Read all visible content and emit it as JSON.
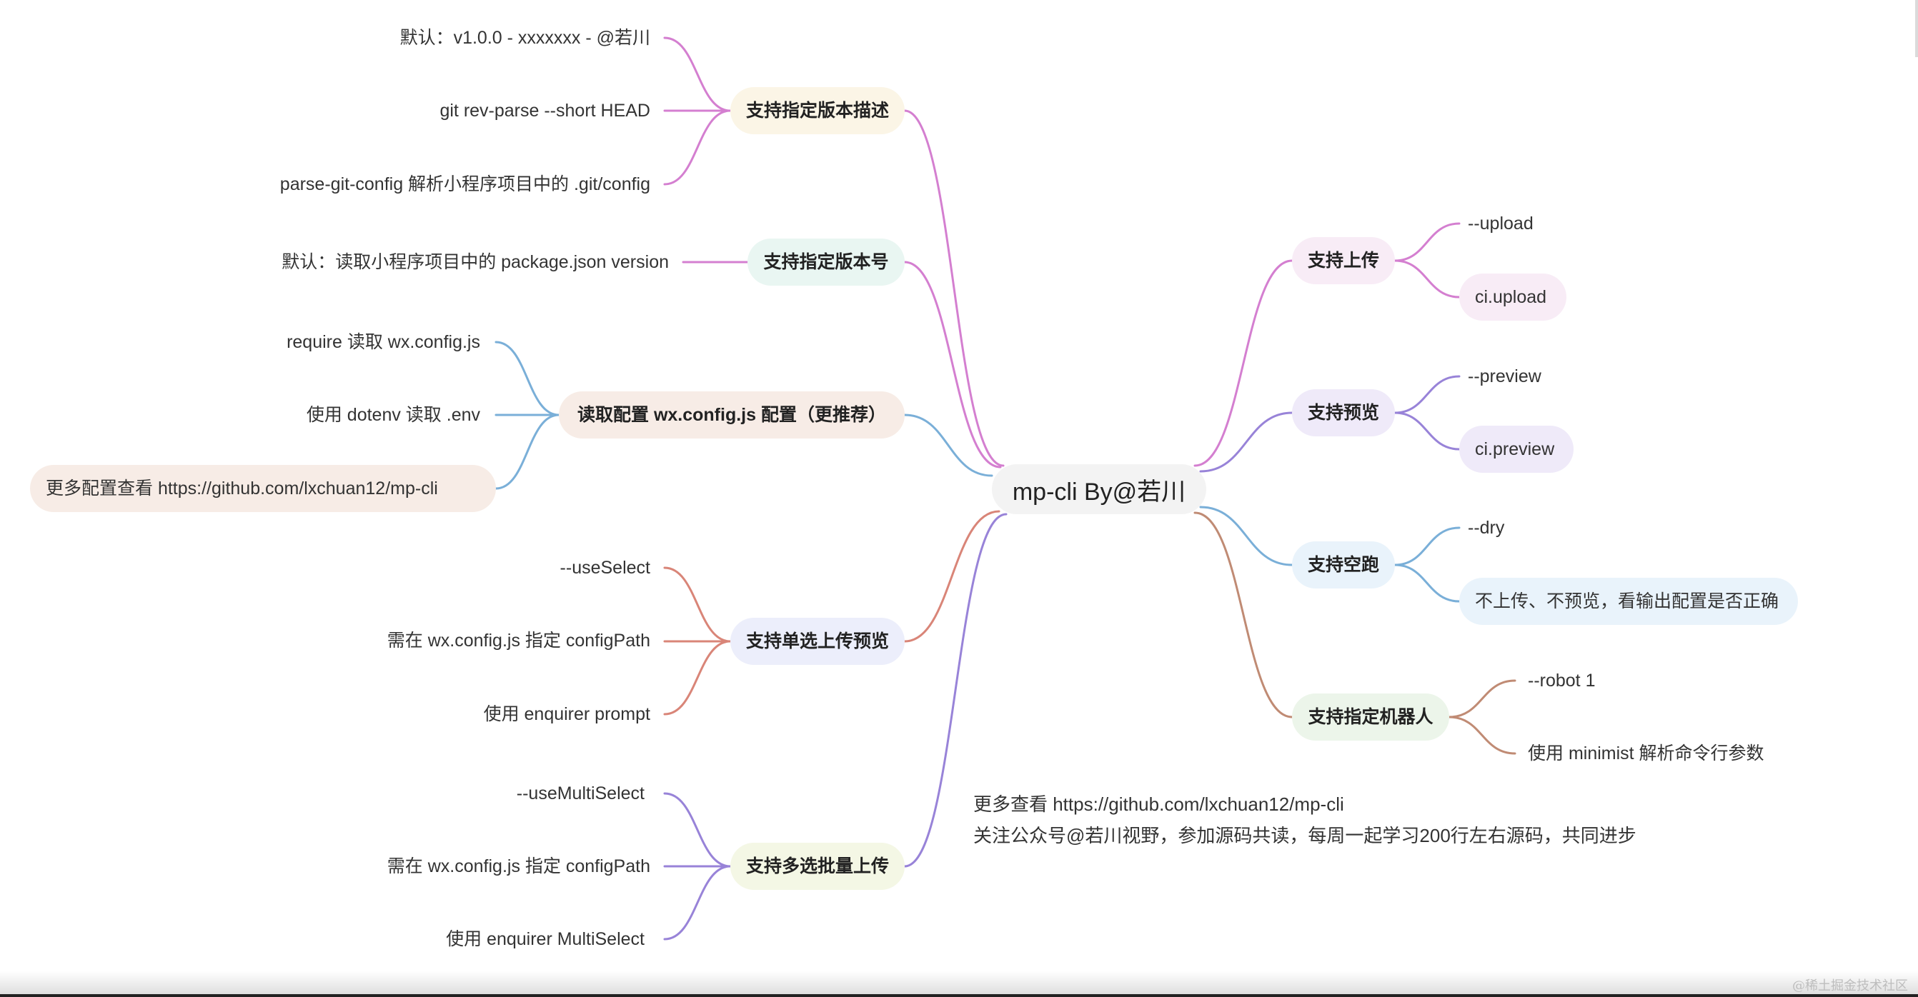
{
  "root": "mp-cli By@若川",
  "colors": {
    "pink": "#d47fd0",
    "teal_pink": "#d47fd0",
    "blue": "#7aafd8",
    "red": "#d98578",
    "purple": "#9883d8",
    "brown": "#c08b74",
    "pill_version_desc": "#fbf5e6",
    "pill_version_no": "#e9f6f2",
    "pill_config": "#f7ece6",
    "pill_single": "#eceefb",
    "pill_multi": "#f4f7e5",
    "pill_upload": "#f8ecf6",
    "pill_preview": "#efeaf9",
    "pill_dry": "#e9f3fb",
    "pill_robot": "#ecf5ea"
  },
  "left": {
    "version_desc": {
      "label": "支持指定版本描述",
      "children": [
        "默认：v1.0.0 - xxxxxxx - @若川",
        "git rev-parse --short HEAD",
        "parse-git-config 解析小程序项目中的 .git/config"
      ]
    },
    "version_no": {
      "label": "支持指定版本号",
      "children": [
        "默认：读取小程序项目中的 package.json version"
      ]
    },
    "config": {
      "label": "读取配置 wx.config.js 配置（更推荐）",
      "children": [
        "require 读取 wx.config.js",
        "使用 dotenv 读取 .env",
        "更多配置查看 https://github.com/lxchuan12/mp-cli"
      ]
    },
    "single": {
      "label": "支持单选上传预览",
      "children": [
        "--useSelect",
        "需在 wx.config.js 指定 configPath",
        "使用 enquirer prompt"
      ]
    },
    "multi": {
      "label": "支持多选批量上传",
      "children": [
        "--useMultiSelect",
        "需在 wx.config.js 指定 configPath",
        "使用 enquirer MultiSelect"
      ]
    }
  },
  "right": {
    "upload": {
      "label": "支持上传",
      "children": [
        "--upload",
        "ci.upload"
      ]
    },
    "preview": {
      "label": "支持预览",
      "children": [
        "--preview",
        "ci.preview"
      ]
    },
    "dry": {
      "label": "支持空跑",
      "children": [
        "--dry",
        "不上传、不预览，看输出配置是否正确"
      ]
    },
    "robot": {
      "label": "支持指定机器人",
      "children": [
        "--robot 1",
        "使用 minimist 解析命令行参数"
      ]
    }
  },
  "notes": [
    "更多查看 https://github.com/lxchuan12/mp-cli",
    "关注公众号@若川视野，参加源码共读，每周一起学习200行左右源码，共同进步"
  ],
  "watermark": "@稀土掘金技术社区"
}
